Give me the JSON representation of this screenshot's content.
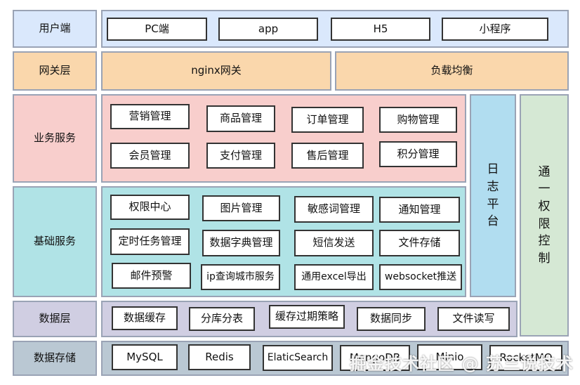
{
  "colors": {
    "client": "#dae8fc",
    "gateway": "#fad7ac",
    "business": "#f8cecc",
    "basic": "#b0e3e6",
    "data_layer": "#d0cee2",
    "storage": "#bac8d3",
    "log": "#b1ddf0",
    "auth": "#d5e8d4"
  },
  "layers": {
    "client": {
      "label": "用户端",
      "items": [
        "PC端",
        "app",
        "H5",
        "小程序"
      ]
    },
    "gateway": {
      "label": "网关层",
      "items": [
        "nginx网关",
        "负载均衡"
      ]
    },
    "business": {
      "label": "业务服务",
      "items": [
        "营销管理",
        "商品管理",
        "订单管理",
        "购物管理",
        "会员管理",
        "支付管理",
        "售后管理",
        "积分管理"
      ]
    },
    "basic": {
      "label": "基础服务",
      "items": [
        "权限中心",
        "图片管理",
        "敏感词管理",
        "通知管理",
        "定时任务管理",
        "数据字典管理",
        "短信发送",
        "文件存储",
        "邮件预警",
        "ip查询城市服务",
        "通用excel导出",
        "websocket推送"
      ]
    },
    "data_layer": {
      "label": "数据层",
      "items": [
        "数据缓存",
        "分库分表",
        "缓存过期策略",
        "数据同步",
        "文件读写"
      ]
    },
    "storage": {
      "label": "数据存储",
      "items": [
        "MySQL",
        "Redis",
        "ElaticSearch",
        "MongoDB",
        "Minio",
        "RocketMQ"
      ]
    }
  },
  "side": {
    "log": {
      "chars": [
        "日",
        "志",
        "平",
        "台"
      ]
    },
    "auth": {
      "chars": [
        "通",
        "一",
        "权",
        "限",
        "控",
        "制"
      ]
    }
  },
  "watermark": "掘金技术社区 @ 苏三说技术"
}
